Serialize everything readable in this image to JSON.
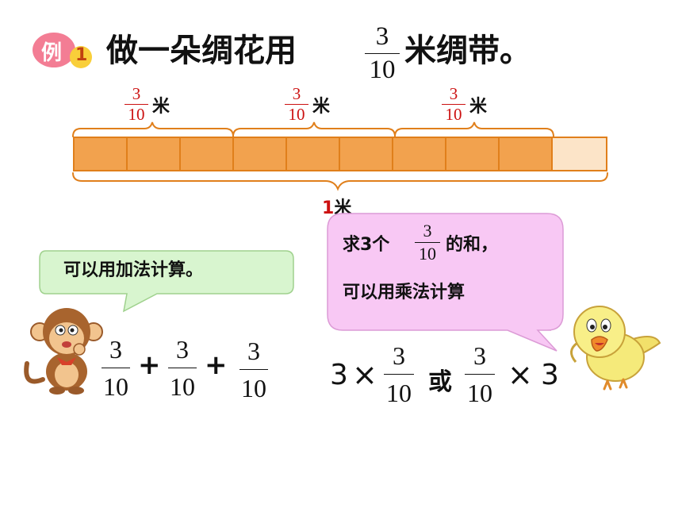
{
  "badge": {
    "char": "例",
    "number": "1"
  },
  "title": {
    "before": "做一朵绸花用",
    "fraction": {
      "numerator": "3",
      "denominator": "10"
    },
    "after": "米绸带。"
  },
  "diagram": {
    "segment_labels": [
      {
        "numerator": "3",
        "denominator": "10",
        "unit": "米"
      },
      {
        "numerator": "3",
        "denominator": "10",
        "unit": "米"
      },
      {
        "numerator": "3",
        "denominator": "10",
        "unit": "米"
      }
    ],
    "total_label": {
      "value": "1",
      "unit": "米"
    },
    "total_cells": 10,
    "filled_cells": 9,
    "colors": {
      "fill": "#f2a24e",
      "border": "#e07f1b",
      "empty": "#fce4c8",
      "label_red": "#cc1111"
    }
  },
  "left_bubble": {
    "text": "可以用加法计算。",
    "color": "#d8f5cf"
  },
  "right_bubble": {
    "line1_before": "求3个",
    "fraction": {
      "numerator": "3",
      "denominator": "10"
    },
    "line1_after": "的和，",
    "line2": "可以用乘法计算",
    "color": "#f8c8f4"
  },
  "addition": {
    "terms": [
      {
        "numerator": "3",
        "denominator": "10"
      },
      {
        "numerator": "3",
        "denominator": "10"
      },
      {
        "numerator": "3",
        "denominator": "10"
      }
    ],
    "operator": "+"
  },
  "multiplication": {
    "factor": "3",
    "times": "×",
    "or": "或",
    "fraction": {
      "numerator": "3",
      "denominator": "10"
    }
  },
  "characters": {
    "left": "monkey",
    "right": "chick"
  }
}
